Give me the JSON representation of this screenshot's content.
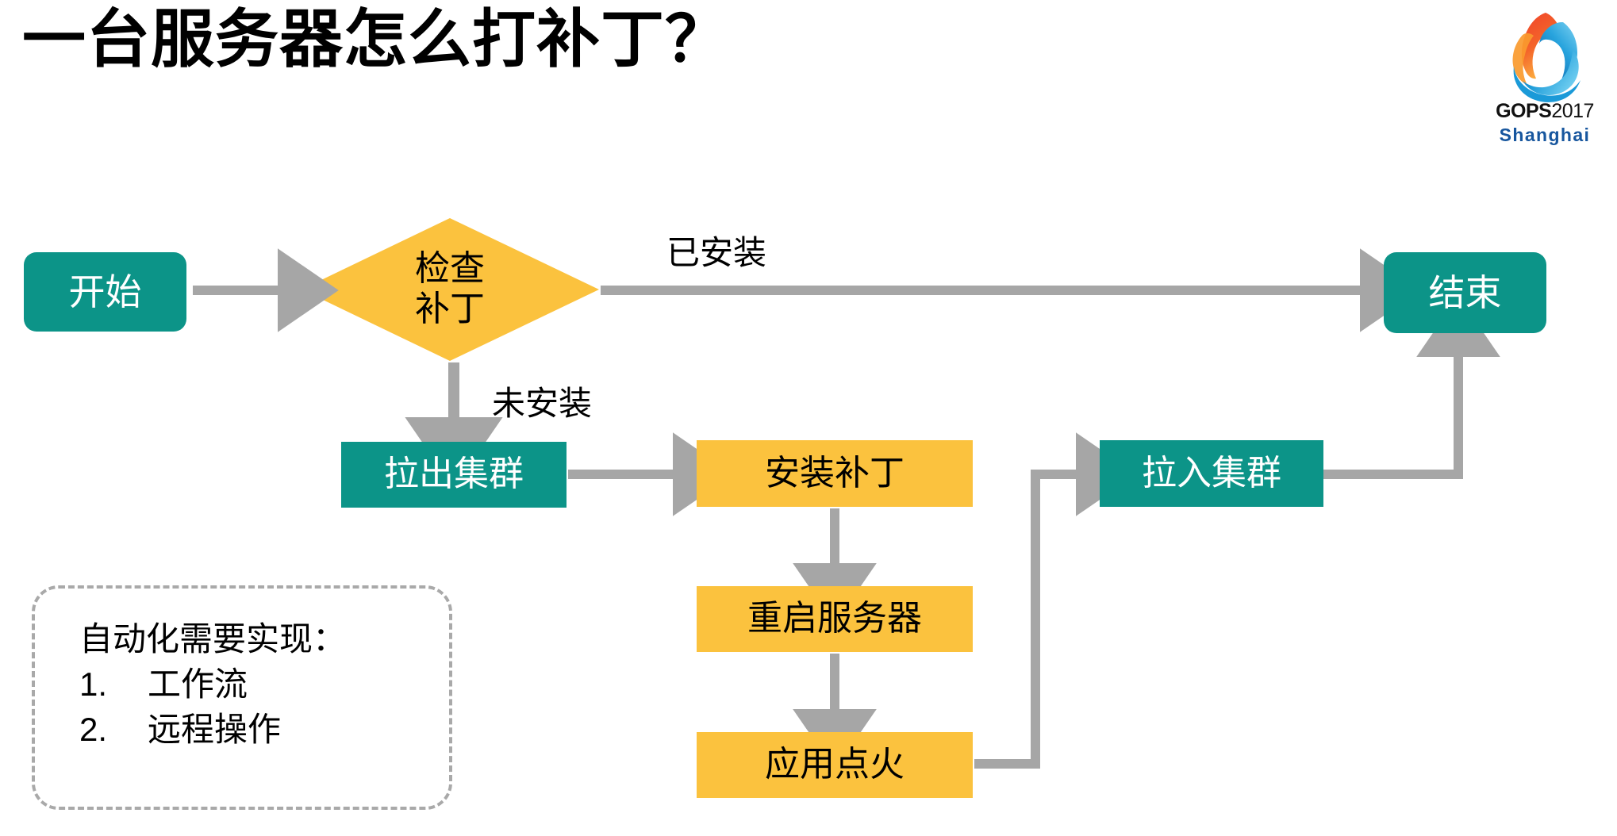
{
  "slide": {
    "title": "一台服务器怎么打补丁？",
    "background_color": "#ffffff"
  },
  "logo": {
    "name": "gops-conference-logo",
    "brand": "GOPS",
    "year": "2017",
    "city": "Shanghai",
    "colors": {
      "flame_orange": "#f1542a",
      "flame_orange_light": "#fb8b2b",
      "wave_blue": "#1a9bd7",
      "wave_blue_dark": "#0f63ab",
      "city_text": "#17569e"
    }
  },
  "palette": {
    "teal": "#0c9488",
    "amber": "#fbc23e",
    "connector_gray": "#a6a6a6",
    "dashed_border_gray": "#a9a9a9",
    "text_dark": "#000000",
    "text_light": "#ffffff"
  },
  "flowchart": {
    "nodes": [
      {
        "id": "start",
        "label": "开始",
        "shape": "rounded-rect",
        "fill": "teal"
      },
      {
        "id": "check",
        "label_line1": "检查",
        "label_line2": "补丁",
        "shape": "diamond",
        "fill": "amber"
      },
      {
        "id": "end",
        "label": "结束",
        "shape": "rounded-rect",
        "fill": "teal"
      },
      {
        "id": "pull_out",
        "label": "拉出集群",
        "shape": "rect",
        "fill": "teal"
      },
      {
        "id": "install",
        "label": "安装补丁",
        "shape": "rect",
        "fill": "amber"
      },
      {
        "id": "reboot",
        "label": "重启服务器",
        "shape": "rect",
        "fill": "amber"
      },
      {
        "id": "ignite",
        "label": "应用点火",
        "shape": "rect",
        "fill": "amber"
      },
      {
        "id": "pull_in",
        "label": "拉入集群",
        "shape": "rect",
        "fill": "teal"
      }
    ],
    "edges": [
      {
        "from": "start",
        "to": "check",
        "label": ""
      },
      {
        "from": "check",
        "to": "end",
        "label": "已安装"
      },
      {
        "from": "check",
        "to": "pull_out",
        "label": "未安装"
      },
      {
        "from": "pull_out",
        "to": "install",
        "label": ""
      },
      {
        "from": "install",
        "to": "reboot",
        "label": ""
      },
      {
        "from": "reboot",
        "to": "ignite",
        "label": ""
      },
      {
        "from": "ignite",
        "to": "pull_in",
        "label": ""
      },
      {
        "from": "pull_in",
        "to": "end",
        "label": ""
      }
    ]
  },
  "note": {
    "title": "自动化需要实现：",
    "items": [
      {
        "number": "1.",
        "text": "工作流"
      },
      {
        "number": "2.",
        "text": "远程操作"
      }
    ]
  }
}
